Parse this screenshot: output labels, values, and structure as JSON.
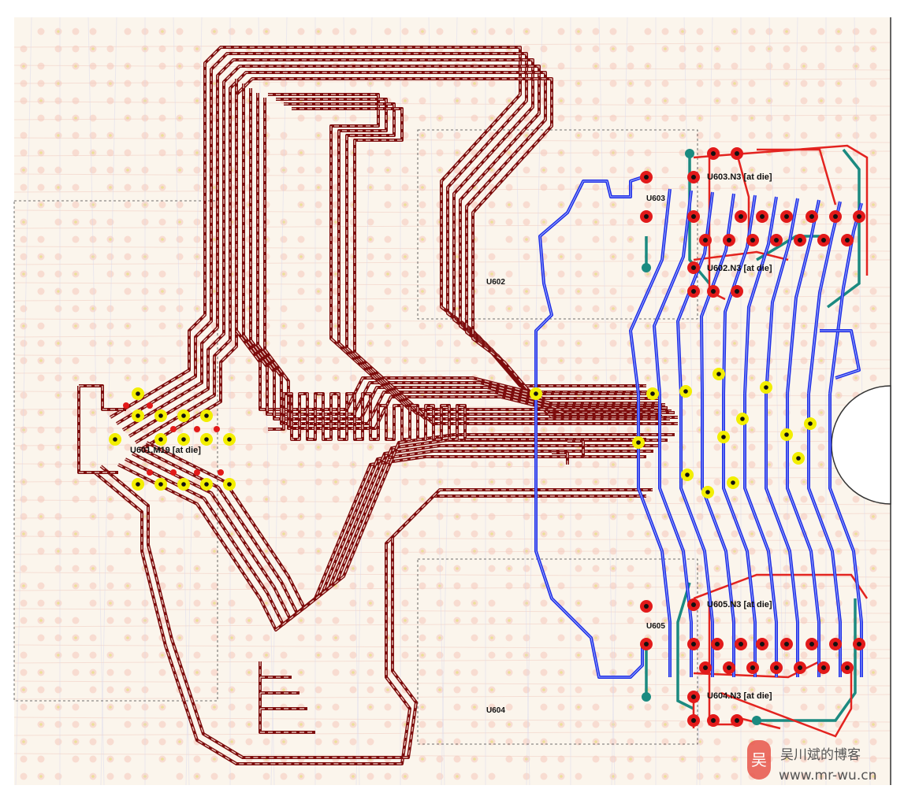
{
  "board": {
    "pin_labels": [
      {
        "id": "U603",
        "text": "U603.N3 [at die]"
      },
      {
        "id": "U602",
        "text": "U602.N3 [at die]"
      },
      {
        "id": "U605",
        "text": "U605.N3 [at die]"
      },
      {
        "id": "U604",
        "text": "U604.N3 [at die]"
      },
      {
        "id": "U601",
        "text": "U601.M19 [at die]"
      }
    ],
    "components": {
      "u603": "U603",
      "u602": "U602",
      "u605": "U605",
      "u604": "U604"
    },
    "colors": {
      "trace_dark_red": "#7d0c0c",
      "trace_blue": "#1f2ee6",
      "trace_red": "#e3231f",
      "trace_teal": "#1b8a80",
      "via_yellow": "#f2ee00",
      "pad_red": "#e21a1a",
      "background": "#fbf5ec"
    }
  },
  "watermark": {
    "logo_char": "吴",
    "title": "吴川斌的博客",
    "url": "www.mr-wu.cn"
  }
}
